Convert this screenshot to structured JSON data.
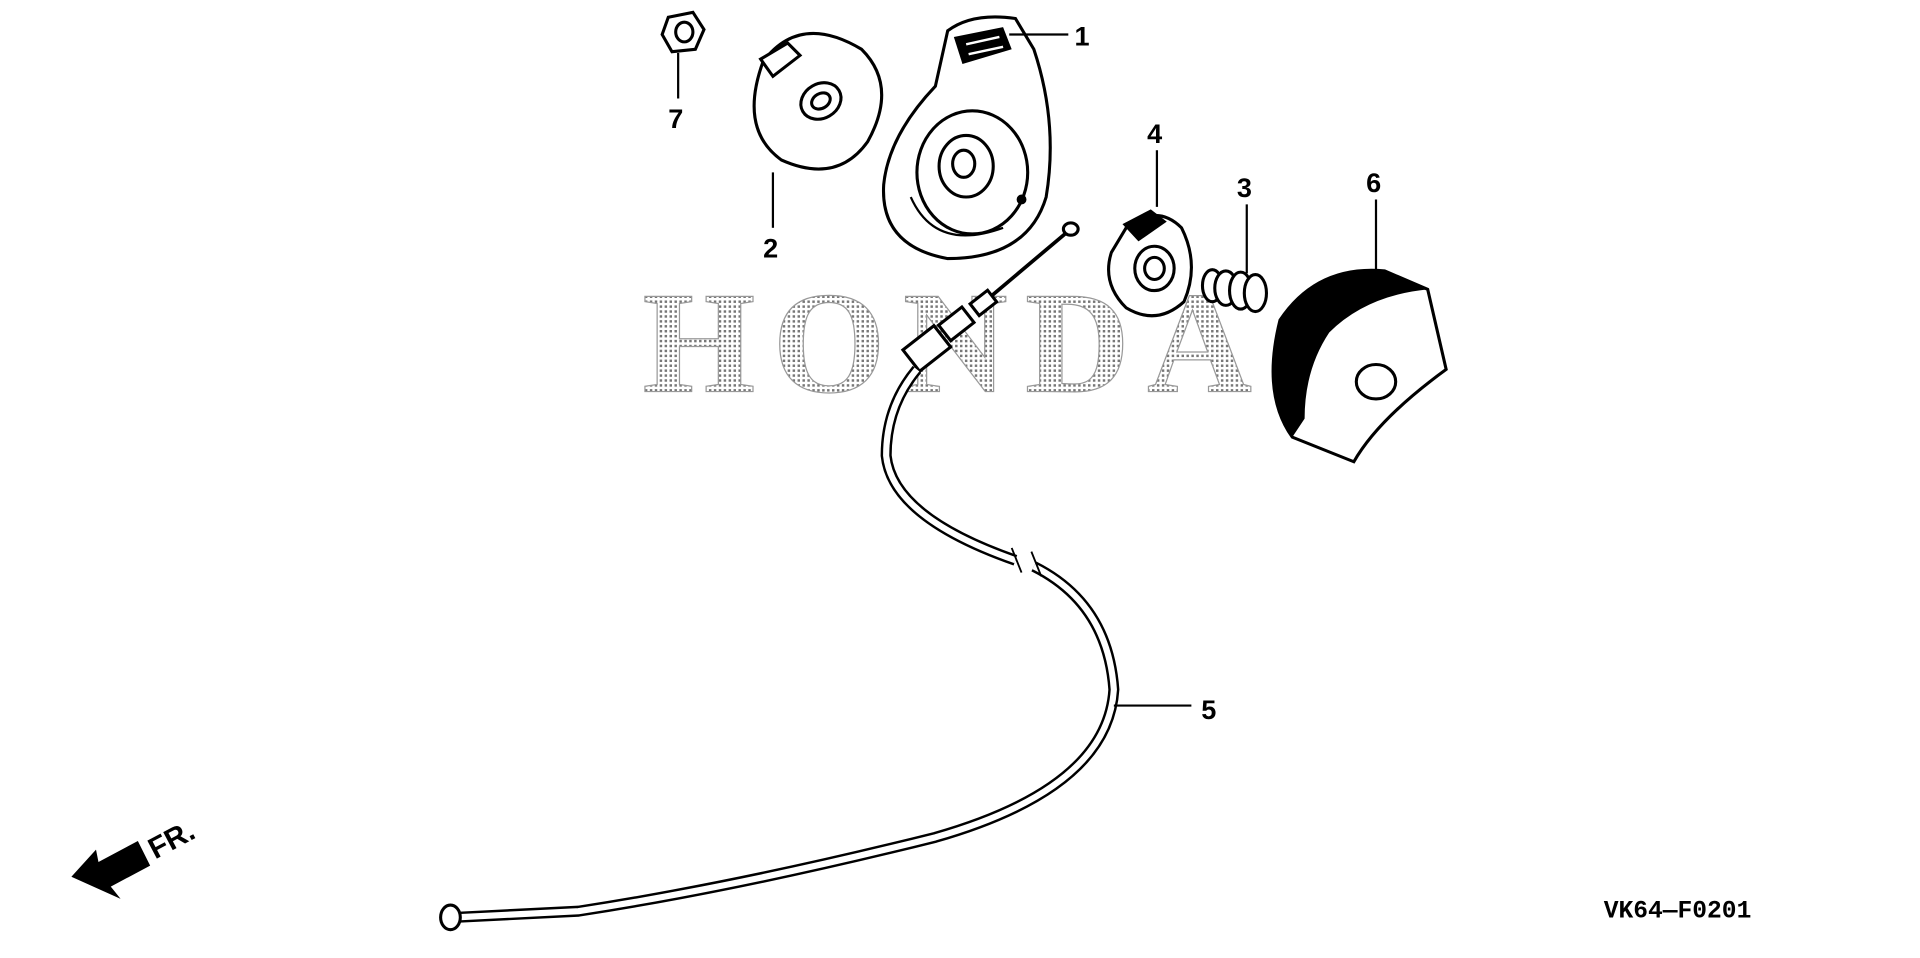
{
  "watermark": "HONDA",
  "diagram_code": "VK64—F0201",
  "direction_indicator": "FR.",
  "callouts": [
    {
      "number": "1"
    },
    {
      "number": "2"
    },
    {
      "number": "3"
    },
    {
      "number": "4"
    },
    {
      "number": "5"
    },
    {
      "number": "6"
    },
    {
      "number": "7"
    }
  ]
}
